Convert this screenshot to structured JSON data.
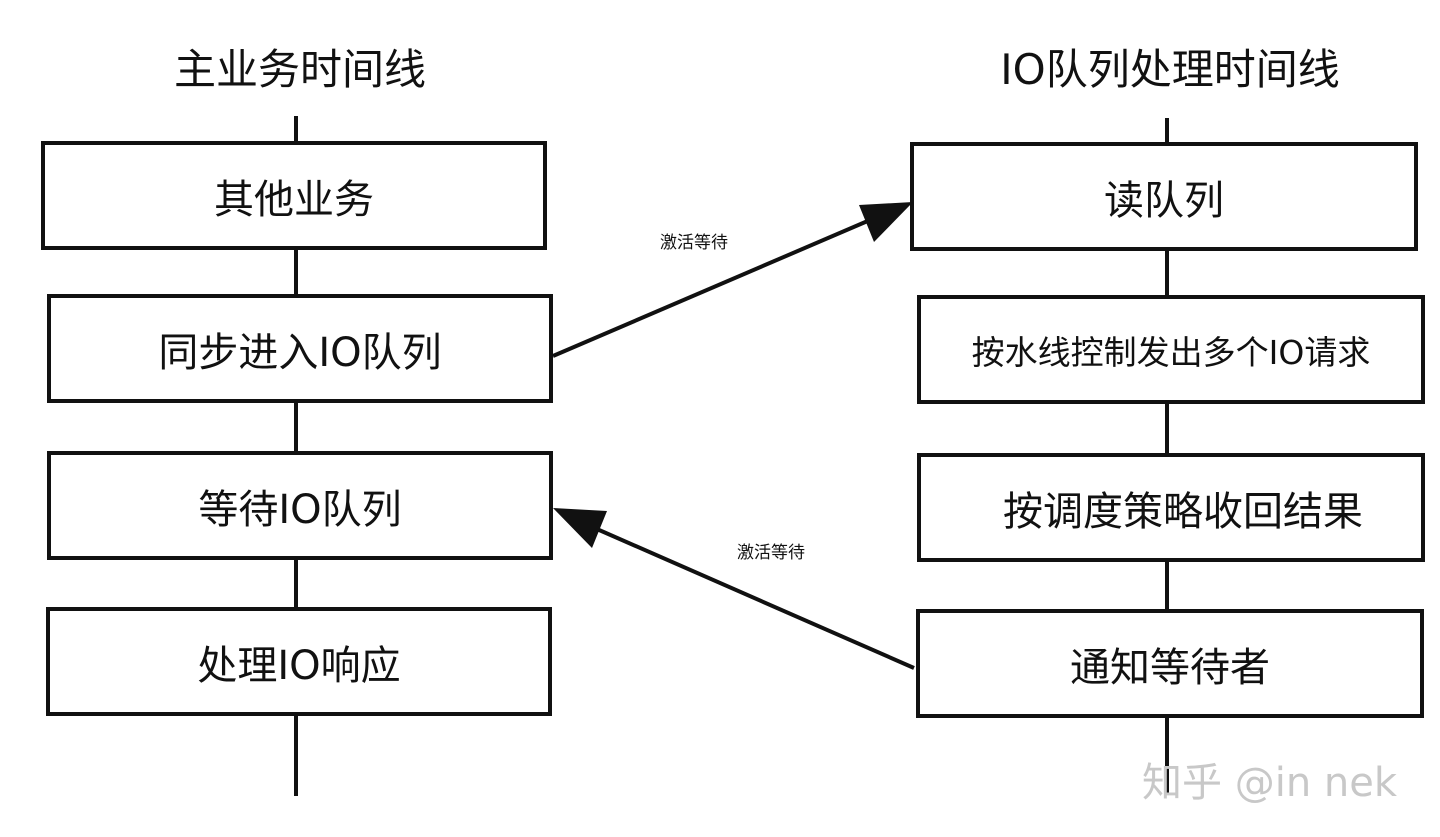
{
  "left_column": {
    "title": "主业务时间线",
    "steps": [
      {
        "label": "其他业务"
      },
      {
        "label": "同步进入IO队列"
      },
      {
        "label": "等待IO队列"
      },
      {
        "label": "处理IO响应"
      }
    ]
  },
  "right_column": {
    "title": "IO队列处理时间线",
    "steps": [
      {
        "label": "读队列"
      },
      {
        "label": "按水线控制发出多个IO请求"
      },
      {
        "label": "按调度策略收回结果"
      },
      {
        "label": "通知等待者"
      }
    ]
  },
  "edges": [
    {
      "from": "同步进入IO队列",
      "to": "读队列",
      "label": "激活等待"
    },
    {
      "from": "通知等待者",
      "to": "等待IO队列",
      "label": "激活等待"
    }
  ],
  "watermark": "知乎 @in nek",
  "colors": {
    "stroke": "#111111",
    "background": "#ffffff",
    "watermark": "#c8c8c8"
  }
}
